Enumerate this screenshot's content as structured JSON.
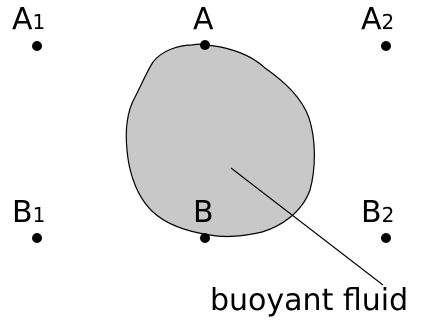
{
  "points": {
    "a1": {
      "letter": "A",
      "subscript": "1"
    },
    "a": {
      "letter": "A",
      "subscript": ""
    },
    "a2": {
      "letter": "A",
      "subscript": "2"
    },
    "b1": {
      "letter": "B",
      "subscript": "1"
    },
    "b": {
      "letter": "B",
      "subscript": ""
    },
    "b2": {
      "letter": "B",
      "subscript": "2"
    }
  },
  "blob": {
    "fill_color": "#c8c8c8",
    "stroke_color": "#000000"
  },
  "callout": {
    "label": "buoyant fluid"
  }
}
